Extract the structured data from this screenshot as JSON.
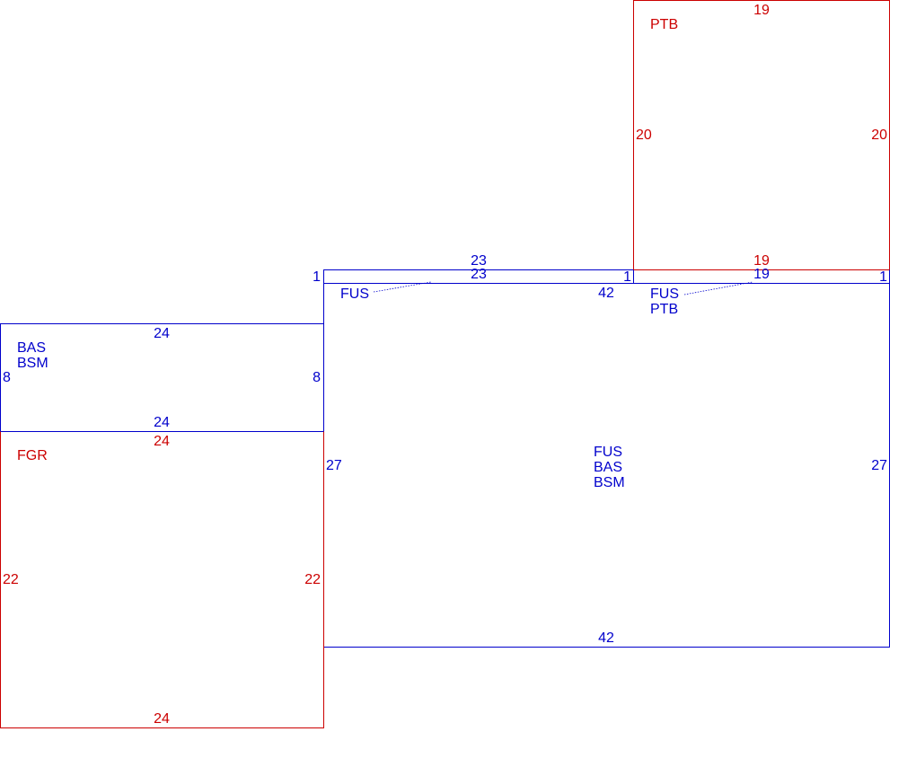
{
  "colors": {
    "blue": "#0000cc",
    "red": "#cc0000",
    "background": "#ffffff"
  },
  "rooms": {
    "ptb": {
      "name": "PTB",
      "top": "19",
      "bottom": "19",
      "left": "20",
      "right": "20"
    },
    "fus_strip_left": {
      "name": "FUS",
      "top": "23",
      "bottom": "23",
      "left": "1",
      "right": "1"
    },
    "fus_strip_right": {
      "line1": "FUS",
      "line2": "PTB",
      "top": "19",
      "right": "1"
    },
    "main": {
      "line1": "FUS",
      "line2": "BAS",
      "line3": "BSM",
      "top": "42",
      "bottom": "42",
      "left": "27",
      "right": "27"
    },
    "bas": {
      "line1": "BAS",
      "line2": "BSM",
      "top": "24",
      "bottom": "24",
      "left": "8",
      "right": "8"
    },
    "fgr": {
      "name": "FGR",
      "top": "24",
      "bottom": "24",
      "left": "22",
      "right": "22"
    }
  }
}
